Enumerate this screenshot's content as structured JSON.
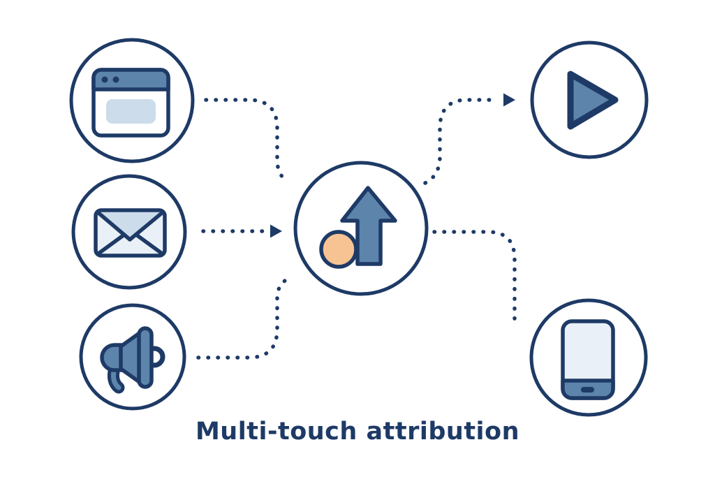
{
  "title": "Multi-touch attribution",
  "colors": {
    "navy": "#1e3a66",
    "blue": "#5d84ab",
    "light_blue": "#ccdcea",
    "pale_blue": "#e9f0f7",
    "orange": "#f7c392",
    "background": "#ffffff"
  },
  "nodes": {
    "sources": [
      {
        "icon": "browser-window-icon"
      },
      {
        "icon": "email-envelope-icon"
      },
      {
        "icon": "megaphone-icon"
      }
    ],
    "center": {
      "icon": "conversion-up-arrow-icon"
    },
    "outputs": [
      {
        "icon": "play-video-icon"
      },
      {
        "icon": "smartphone-icon"
      }
    ]
  },
  "connectors": [
    {
      "from": "browser-window",
      "to": "conversion-up-arrow",
      "style": "dotted",
      "arrowhead": false
    },
    {
      "from": "email-envelope",
      "to": "conversion-up-arrow",
      "style": "dotted",
      "arrowhead": true
    },
    {
      "from": "megaphone",
      "to": "conversion-up-arrow",
      "style": "dotted",
      "arrowhead": false
    },
    {
      "from": "conversion-up-arrow",
      "to": "play-video",
      "style": "dotted",
      "arrowhead": true
    },
    {
      "from": "conversion-up-arrow",
      "to": "smartphone",
      "style": "dotted",
      "arrowhead": false
    }
  ]
}
